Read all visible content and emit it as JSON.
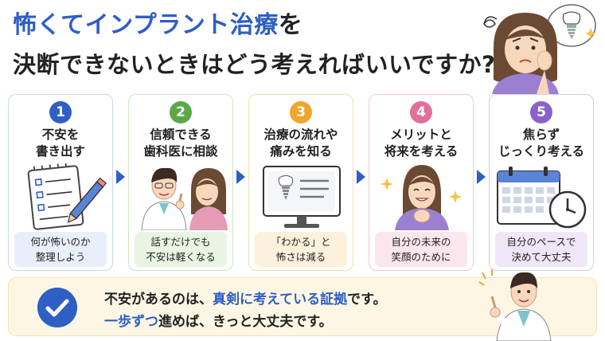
{
  "title": {
    "line1_blue": "怖くてインプラント治療",
    "line1_rest": "を",
    "line2": "決断できないときはどう考えればいいですか?"
  },
  "steps": [
    {
      "number": "1",
      "label1": "不安を",
      "label2": "書き出す",
      "note1": "何が怖いのか",
      "note2": "整理しよう",
      "color": "#2f5fc4",
      "bg": "#e9eefb",
      "border": "#c9d6f3"
    },
    {
      "number": "2",
      "label1": "信頼できる",
      "label2": "歯科医に相談",
      "note1": "話すだけでも",
      "note2": "不安は軽くなる",
      "color": "#5aa84a",
      "bg": "#eaf4e3",
      "border": "#cfe5c4"
    },
    {
      "number": "3",
      "label1": "治療の流れや",
      "label2": "痛みを知る",
      "note1": "「わかる」と",
      "note2": "怖さは減る",
      "color": "#f0a52c",
      "bg": "#fdf1dc",
      "border": "#f4dcae"
    },
    {
      "number": "4",
      "label1": "メリットと",
      "label2": "将来を考える",
      "note1": "自分の未来の",
      "note2": "笑顔のために",
      "color": "#e26f9a",
      "bg": "#fbe6ee",
      "border": "#f2c9d8"
    },
    {
      "number": "5",
      "label1": "焦らず",
      "label2": "じっくり考える",
      "note1": "自分のペースで",
      "note2": "決めて大丈夫",
      "color": "#8a62c8",
      "bg": "#efe7f8",
      "border": "#d9c9ef"
    }
  ],
  "conclusion": {
    "line1_a": "不安があるのは、",
    "line1_hl": "真剣に考えている証拠",
    "line1_b": "です。",
    "line2_hl": "一歩ずつ",
    "line2_b": "進めば、きっと大丈夫です。"
  },
  "icons": [
    "worried-woman-icon",
    "thought-bubble-implant-icon",
    "checklist-pencil-icon",
    "doctor-consult-icon",
    "implant-monitor-icon",
    "smiling-woman-icon",
    "calendar-clock-icon",
    "check-circle-icon",
    "doctor-pointing-icon"
  ]
}
